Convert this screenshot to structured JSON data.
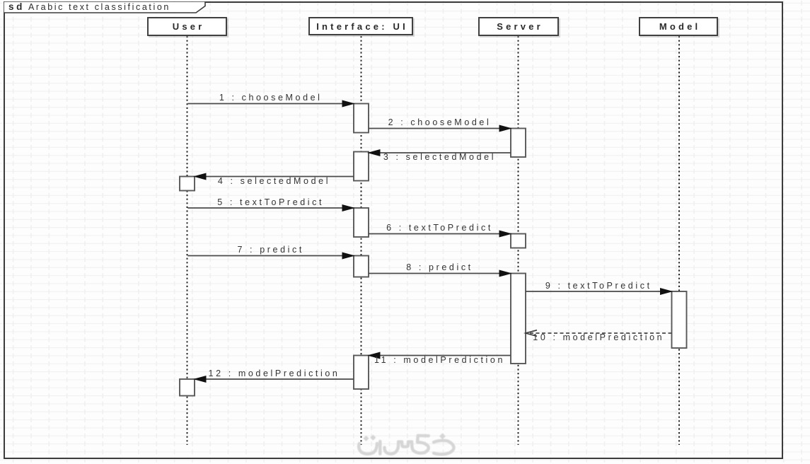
{
  "frame": {
    "keyword": "sd",
    "title": "Arabic text classification"
  },
  "participants": [
    {
      "id": "user",
      "label": "User"
    },
    {
      "id": "interface",
      "label": "Interface: UI"
    },
    {
      "id": "server",
      "label": "Server"
    },
    {
      "id": "model",
      "label": "Model"
    }
  ],
  "messages": [
    {
      "num": 1,
      "label": "1 : chooseModel",
      "from": "user",
      "to": "interface",
      "style": "solid",
      "label_pos": "above"
    },
    {
      "num": 2,
      "label": "2 : chooseModel",
      "from": "interface",
      "to": "server",
      "style": "solid",
      "label_pos": "above"
    },
    {
      "num": 3,
      "label": "3 : selectedModel",
      "from": "server",
      "to": "interface",
      "style": "solid",
      "label_pos": "below"
    },
    {
      "num": 4,
      "label": "4 : selectedModel",
      "from": "interface",
      "to": "user",
      "style": "solid",
      "label_pos": "below"
    },
    {
      "num": 5,
      "label": "5 : textToPredict",
      "from": "user",
      "to": "interface",
      "style": "solid",
      "label_pos": "above"
    },
    {
      "num": 6,
      "label": "6 : textToPredict",
      "from": "interface",
      "to": "server",
      "style": "solid",
      "label_pos": "above"
    },
    {
      "num": 7,
      "label": "7 : predict",
      "from": "user",
      "to": "interface",
      "style": "solid",
      "label_pos": "above"
    },
    {
      "num": 8,
      "label": "8 : predict",
      "from": "interface",
      "to": "server",
      "style": "solid",
      "label_pos": "above"
    },
    {
      "num": 9,
      "label": "9 : textToPredict",
      "from": "server",
      "to": "model",
      "style": "solid",
      "label_pos": "above"
    },
    {
      "num": 10,
      "label": "10 : modelPrediction",
      "from": "model",
      "to": "server",
      "style": "dashed",
      "label_pos": "below"
    },
    {
      "num": 11,
      "label": "11 : modelPrediction",
      "from": "server",
      "to": "interface",
      "style": "solid",
      "label_pos": "below"
    },
    {
      "num": 12,
      "label": "12 : modelPrediction",
      "from": "interface",
      "to": "user",
      "style": "solid",
      "label_pos": "above"
    }
  ],
  "watermark": {
    "text": "خمسات",
    "color": "#d6d6d6"
  },
  "style": {
    "background": "#fdfdfd",
    "frame_border": "#3b3b3b",
    "line_color": "#4a4a4a",
    "arrow_color": "#111111",
    "lifeline_color": "#1e1e1e",
    "bar_border": "#585858",
    "grid_line": "#f1f1f1",
    "text_color": "#333333"
  }
}
